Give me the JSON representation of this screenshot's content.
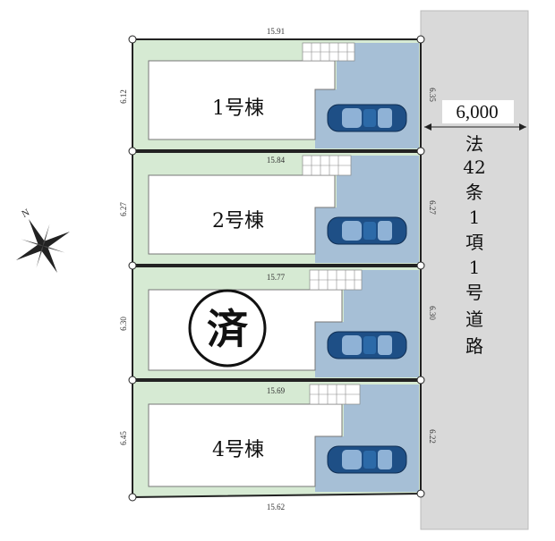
{
  "road": {
    "width": "6,000",
    "label_chars": [
      "法",
      "42",
      "条",
      "1",
      "項",
      "1",
      "号",
      "道",
      "路"
    ]
  },
  "compass": {
    "north": "N"
  },
  "lots": [
    {
      "id": "lot-1",
      "label": "1号棟",
      "sold": false,
      "top": "15.91",
      "left": "6.12",
      "right": "6.35"
    },
    {
      "id": "lot-2",
      "label": "2号棟",
      "sold": false,
      "top": "15.84",
      "left": "6.27",
      "right": "6.27"
    },
    {
      "id": "lot-3",
      "label": "",
      "sold": true,
      "sold_mark": "済",
      "top": "15.77",
      "left": "6.30",
      "right": "6.30"
    },
    {
      "id": "lot-4",
      "label": "4号棟",
      "sold": false,
      "top": "15.69",
      "left": "6.45",
      "right": "6.22"
    }
  ],
  "bottom_dim": "15.62",
  "colors": {
    "garden": "#d6ead3",
    "parking": "#a6bfd6",
    "road": "#d9d9d9",
    "car": "#1e4f86",
    "boundary": "#222222"
  }
}
